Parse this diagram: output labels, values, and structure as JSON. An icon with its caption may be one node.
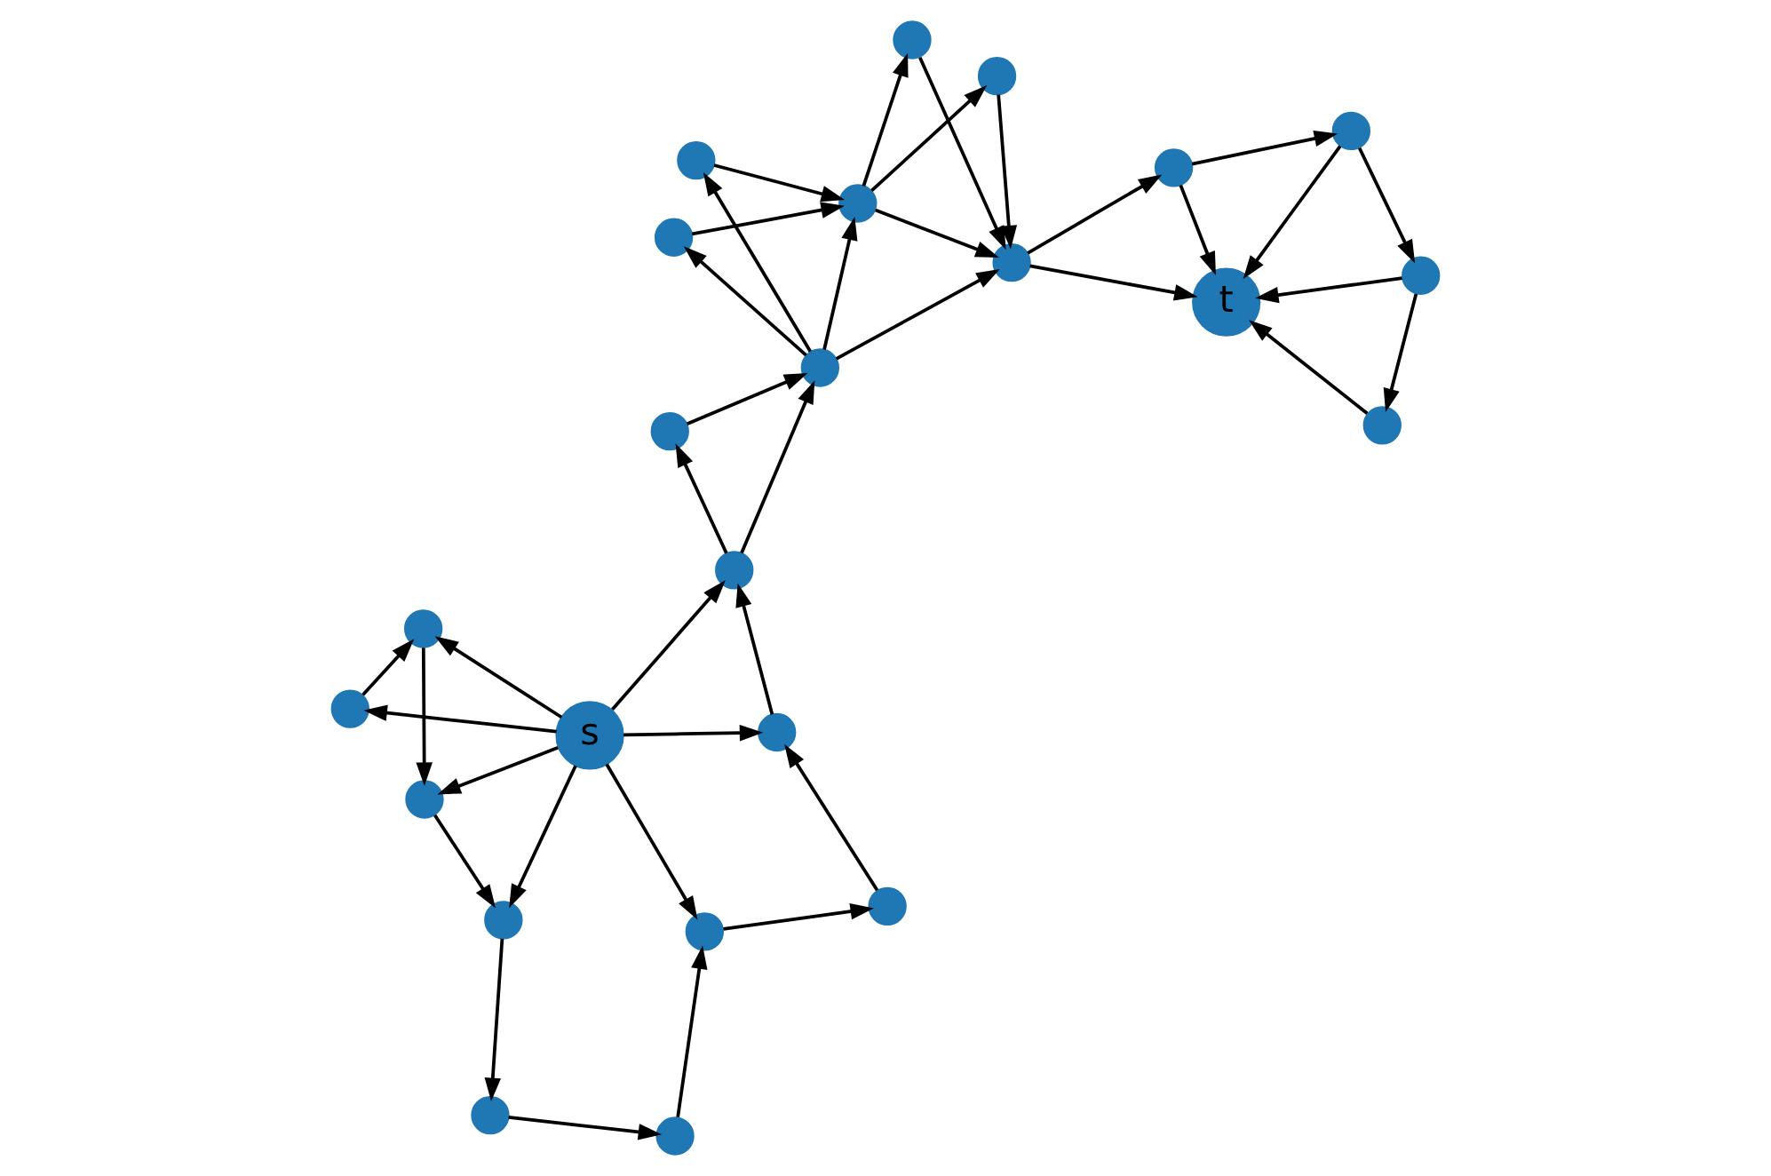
{
  "diagram": {
    "nodes": [
      {
        "text": [],
        "shape": "circle"
      },
      {
        "text": [],
        "shape": "circle"
      },
      {
        "text": [],
        "shape": "circle"
      },
      {
        "text": [],
        "shape": "circle"
      },
      {
        "text": [],
        "shape": "circle"
      },
      {
        "text": [],
        "shape": "circle"
      },
      {
        "text": [],
        "shape": "circle"
      },
      {
        "text": [
          "s"
        ]
      },
      {
        "text": [],
        "shape": "circle"
      },
      {
        "text": [],
        "shape": "circle"
      },
      {
        "text": [],
        "shape": "circle"
      },
      {
        "text": [],
        "shape": "circle"
      },
      {
        "text": [],
        "shape": "circle"
      },
      {
        "text": [],
        "shape": "circle"
      },
      {
        "text": [],
        "shape": "circle"
      },
      {
        "text": [],
        "shape": "circle"
      },
      {
        "text": [],
        "shape": "circle"
      },
      {
        "text": [],
        "shape": "circle"
      },
      {
        "text": [
          "t"
        ]
      },
      {
        "text": [],
        "shape": "circle"
      },
      {
        "text": [],
        "shape": "circle"
      },
      {
        "text": [],
        "shape": "circle"
      },
      {
        "text": [],
        "shape": "circle"
      },
      {
        "text": [],
        "shape": "circle"
      }
    ],
    "edges": [
      {
        "from": 7,
        "to": 6,
        "arrow": "to"
      },
      {
        "from": 7,
        "to": 5,
        "arrow": "to"
      },
      {
        "from": 7,
        "to": 3,
        "arrow": "to"
      },
      {
        "from": 7,
        "to": 2,
        "arrow": "to"
      },
      {
        "from": 7,
        "to": 4,
        "arrow": "to"
      },
      {
        "from": 7,
        "to": 9,
        "arrow": "to"
      },
      {
        "from": 7,
        "to": 10,
        "arrow": "to"
      },
      {
        "from": 6,
        "to": 5,
        "arrow": "to"
      },
      {
        "from": 5,
        "to": 3,
        "arrow": "to"
      },
      {
        "from": 3,
        "to": 2,
        "arrow": "to"
      },
      {
        "from": 2,
        "to": 0,
        "arrow": "to"
      },
      {
        "from": 0,
        "to": 1,
        "arrow": "to"
      },
      {
        "from": 1,
        "to": 4,
        "arrow": "to"
      },
      {
        "from": 4,
        "to": 8,
        "arrow": "to"
      },
      {
        "from": 8,
        "to": 9,
        "arrow": "to"
      },
      {
        "from": 9,
        "to": 10,
        "arrow": "to"
      },
      {
        "from": 10,
        "to": 14,
        "arrow": "to"
      },
      {
        "from": 10,
        "to": 11,
        "arrow": "to"
      },
      {
        "from": 11,
        "to": 14,
        "arrow": "to"
      },
      {
        "from": 14,
        "to": 17,
        "arrow": "to"
      },
      {
        "from": 13,
        "to": 17,
        "arrow": "to"
      },
      {
        "from": 14,
        "to": 21,
        "arrow": "to"
      },
      {
        "from": 14,
        "to": 19,
        "arrow": "to"
      },
      {
        "from": 14,
        "to": 22,
        "arrow": "to"
      },
      {
        "from": 19,
        "to": 21,
        "arrow": "to"
      },
      {
        "from": 22,
        "to": 21,
        "arrow": "to"
      },
      {
        "from": 21,
        "to": 13,
        "arrow": "to"
      },
      {
        "from": 21,
        "to": 17,
        "arrow": "to"
      },
      {
        "from": 21,
        "to": 23,
        "arrow": "to"
      },
      {
        "from": 23,
        "to": 17,
        "arrow": "to"
      },
      {
        "from": 17,
        "to": 15,
        "arrow": "to"
      },
      {
        "from": 17,
        "to": 18,
        "arrow": "to"
      },
      {
        "from": 15,
        "to": 12,
        "arrow": "to"
      },
      {
        "from": 15,
        "to": 18,
        "arrow": "to"
      },
      {
        "from": 12,
        "to": 16,
        "arrow": "to"
      },
      {
        "from": 12,
        "to": 18,
        "arrow": "to"
      },
      {
        "from": 16,
        "to": 20,
        "arrow": "to"
      },
      {
        "from": 16,
        "to": 18,
        "arrow": "to"
      },
      {
        "from": 20,
        "to": 18,
        "arrow": "to"
      }
    ]
  }
}
